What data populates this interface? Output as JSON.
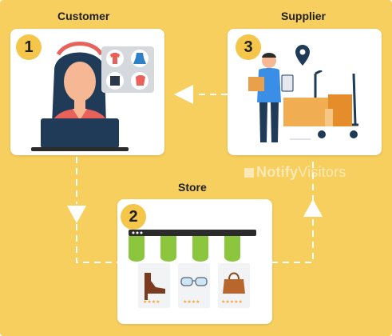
{
  "steps": {
    "customer": {
      "label": "Customer",
      "number": "1"
    },
    "supplier": {
      "label": "Supplier",
      "number": "3"
    },
    "store": {
      "label": "Store",
      "number": "2"
    }
  },
  "watermark": {
    "brand_bold": "Notify",
    "brand_light": "Visitors"
  },
  "icons": [
    "customer-laptop-icon",
    "clothing-grid-icon",
    "supplier-person-icon",
    "location-pin-icon",
    "boxes-cart-icon",
    "storefront-awning-icon",
    "heel-shoe-icon",
    "glasses-icon",
    "handbag-icon"
  ],
  "product_ratings": {
    "heel-shoe": 4,
    "glasses": 4,
    "handbag": 5
  },
  "colors": {
    "background": "#f7cf5e",
    "badge": "#f4c64a",
    "arrow": "#ffffff",
    "awning_green": "#8cc63f",
    "customer_shirt": "#e8615a"
  }
}
